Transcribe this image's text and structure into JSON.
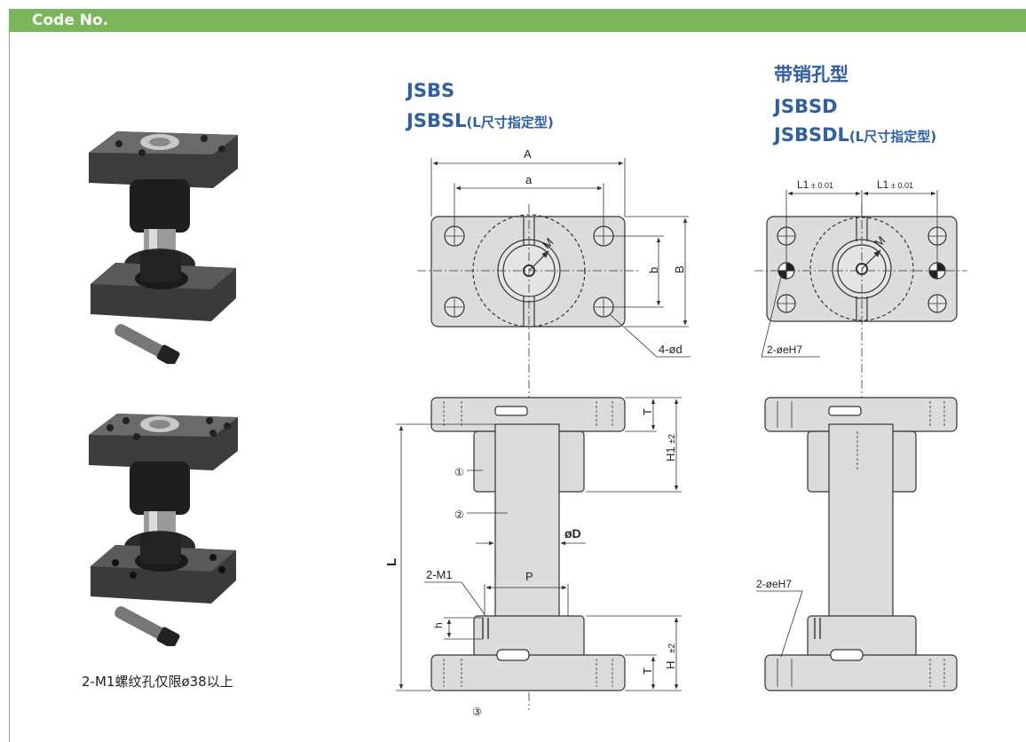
{
  "header": {
    "title": "Code No."
  },
  "left": {
    "caption": "2-M1螺纹孔仅限ø38以上"
  },
  "models": {
    "standard": {
      "line1": "JSBS",
      "line2_code": "JSBSL",
      "line2_note": "(L尺寸指定型)"
    },
    "pin": {
      "type_label": "带销孔型",
      "line1": "JSBSD",
      "line2_code": "JSBSDL",
      "line2_note": "(L尺寸指定型)"
    }
  },
  "dims": {
    "A": "A",
    "a": "a",
    "b": "b",
    "B": "B",
    "M": "M",
    "d4": "4-ød",
    "T": "T",
    "H1": "H1",
    "H1_tol": "±2",
    "H": "H",
    "H_tol": "±2",
    "L": "L",
    "D": "øD",
    "P": "P",
    "M1": "2-M1",
    "h": "h",
    "L1": "L1",
    "L1_tol": "± 0.01",
    "eH7": "2-øeH7",
    "c1": "①",
    "c2": "②",
    "c3": "③"
  },
  "colors": {
    "header_bg": "#7ab65a",
    "title_blue": "#2c5fa8",
    "part_fill": "#dcdcdc",
    "line": "#333333"
  }
}
